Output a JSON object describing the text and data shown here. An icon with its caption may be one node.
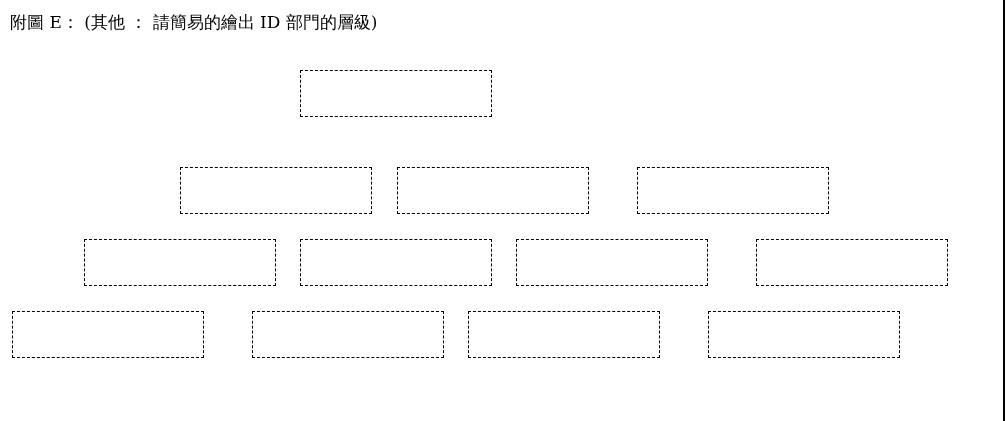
{
  "diagram": {
    "title": "附圖 E： (其他 ： 請簡易的繪出 ID 部門的層級)",
    "nodes": [
      {
        "text": [],
        "shape": "box"
      },
      {
        "text": [],
        "shape": "box"
      },
      {
        "text": [],
        "shape": "box"
      },
      {
        "text": [],
        "shape": "box"
      },
      {
        "text": [],
        "shape": "box"
      },
      {
        "text": [],
        "shape": "box"
      },
      {
        "text": [],
        "shape": "box"
      },
      {
        "text": [],
        "shape": "box"
      },
      {
        "text": [],
        "shape": "box"
      },
      {
        "text": [],
        "shape": "box"
      },
      {
        "text": [],
        "shape": "box"
      },
      {
        "text": [],
        "shape": "box"
      }
    ]
  }
}
